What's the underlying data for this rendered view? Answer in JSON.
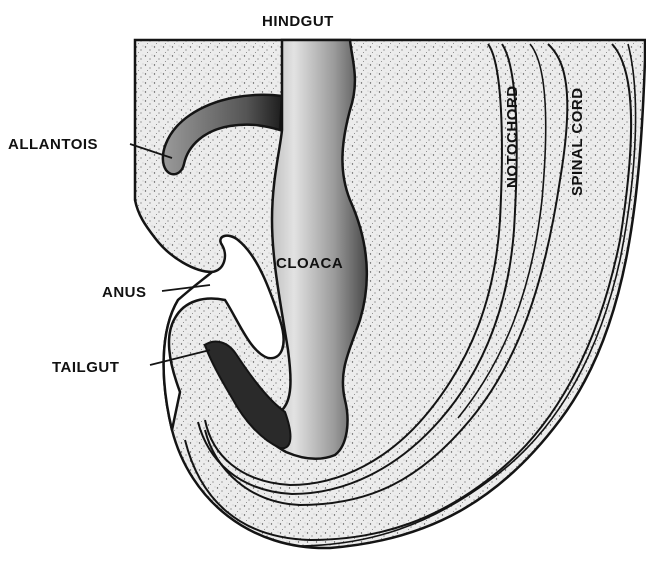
{
  "labels": {
    "hindgut": "HINDGUT",
    "allantois": "ALLANTOIS",
    "anus": "ANUS",
    "tailgut": "TAILGUT",
    "cloaca": "CLOACA",
    "notochord": "NOTOCHORD",
    "spinal_cord": "SPINAL CORD"
  },
  "colors": {
    "tissue": "#e9e9e9",
    "outline": "#141414",
    "gut_dark": "#3a3a3a",
    "gut_mid": "#8a8a8a",
    "gut_light": "#d8d8d8",
    "background": "#ffffff"
  }
}
